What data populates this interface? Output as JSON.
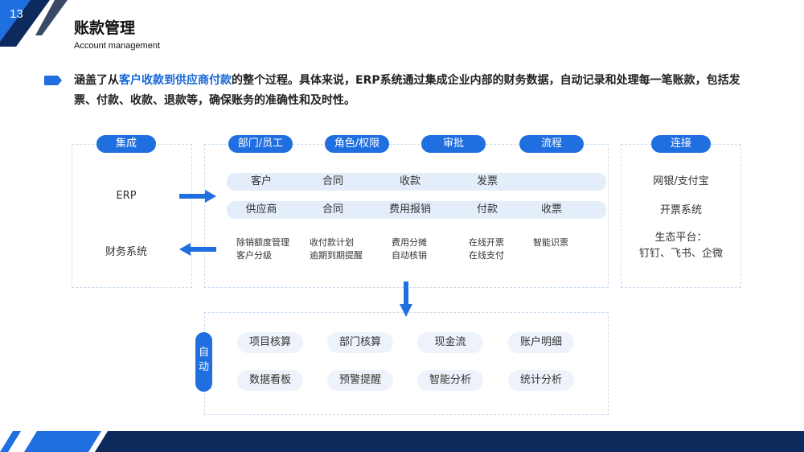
{
  "page_number": "13",
  "title": "账款管理",
  "subtitle": "Account management",
  "intro": {
    "prefix": "涵盖了从",
    "highlight": "客户收款到供应商付款",
    "suffix": "的整个过程。具体来说，ERP系统通过集成企业内部的财务数据，自动记录和处理每一笔账款，包括发票、付款、收款、退款等，确保账务的准确性和及时性。"
  },
  "integration": {
    "header": "集成",
    "erp": "ERP",
    "finance": "财务系统"
  },
  "center": {
    "headers": [
      "部门/员工",
      "角色/权限",
      "审批",
      "流程"
    ],
    "row1": [
      "客户",
      "合同",
      "收款",
      "发票"
    ],
    "row2": [
      "供应商",
      "合同",
      "费用报销",
      "付款",
      "收票"
    ],
    "details": [
      {
        "line1": "除销额度管理",
        "line2": "客户分级"
      },
      {
        "line1": "收付款计划",
        "line2": "逾期到期提醒"
      },
      {
        "line1": "费用分摊",
        "line2": "自动核销"
      },
      {
        "line1": "在线开票",
        "line2": "在线支付"
      },
      {
        "line1": "智能识票",
        "line2": ""
      }
    ]
  },
  "connect": {
    "header": "连接",
    "item1": "网银/支付宝",
    "item2": "开票系统",
    "item3_line1": "生态平台：",
    "item3_line2": "钉钉、飞书、企微"
  },
  "auto": {
    "label": "自动",
    "row1": [
      "项目核算",
      "部门核算",
      "现金流",
      "账户明细"
    ],
    "row2": [
      "数据看板",
      "预警提醒",
      "智能分析",
      "统计分析"
    ]
  },
  "colors": {
    "accent": "#1f6fe0",
    "highlight": "#1565d8",
    "navy": "#0d2a5c",
    "bar": "#e4eefb",
    "dash": "#c9dcf0"
  }
}
